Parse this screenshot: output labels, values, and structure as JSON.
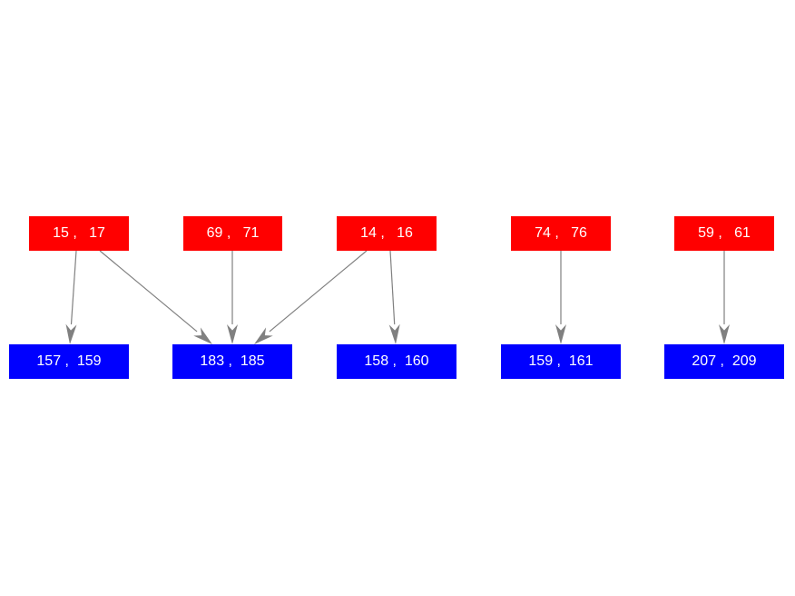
{
  "colors": {
    "top_node": "#ff0000",
    "bottom_node": "#0000ff",
    "edge": "#808080",
    "label": "#ffffff"
  },
  "nodes": {
    "t1": {
      "label": "15 ,   17"
    },
    "t2": {
      "label": "69 ,   71"
    },
    "t3": {
      "label": "14 ,   16"
    },
    "t4": {
      "label": "74 ,   76"
    },
    "t5": {
      "label": "59 ,   61"
    },
    "b1": {
      "label": "157 ,  159"
    },
    "b2": {
      "label": "183 ,  185"
    },
    "b3": {
      "label": "158 ,  160"
    },
    "b4": {
      "label": "159 ,  161"
    },
    "b5": {
      "label": "207 ,  209"
    }
  },
  "edges": [
    {
      "from": "t1",
      "to": "b1"
    },
    {
      "from": "t1",
      "to": "b2"
    },
    {
      "from": "t2",
      "to": "b2"
    },
    {
      "from": "t3",
      "to": "b2"
    },
    {
      "from": "t3",
      "to": "b3"
    },
    {
      "from": "t4",
      "to": "b4"
    },
    {
      "from": "t5",
      "to": "b5"
    }
  ]
}
